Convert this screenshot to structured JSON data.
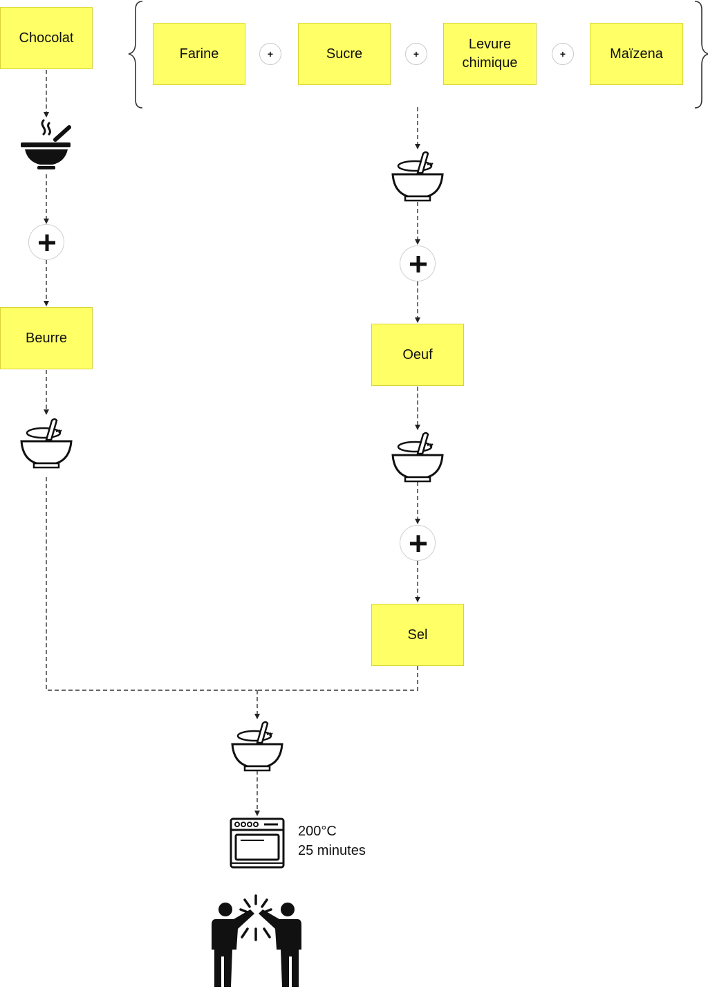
{
  "ingredients": {
    "chocolat": "Chocolat",
    "farine": "Farine",
    "sucre": "Sucre",
    "levure_line1": "Levure",
    "levure_line2": "chimique",
    "maizena": "Maïzena",
    "beurre": "Beurre",
    "oeuf": "Oeuf",
    "sel": "Sel"
  },
  "operators": {
    "plus": "+"
  },
  "oven": {
    "temperature": "200°C",
    "duration": "25 minutes"
  },
  "icons": {
    "melt": "hot-bowl-icon",
    "mix": "mixing-bowl-icon",
    "plus": "plus-icon",
    "oven": "oven-icon",
    "celebrate": "high-five-icon"
  },
  "colors": {
    "note": "#ffff66",
    "line": "#333333"
  }
}
